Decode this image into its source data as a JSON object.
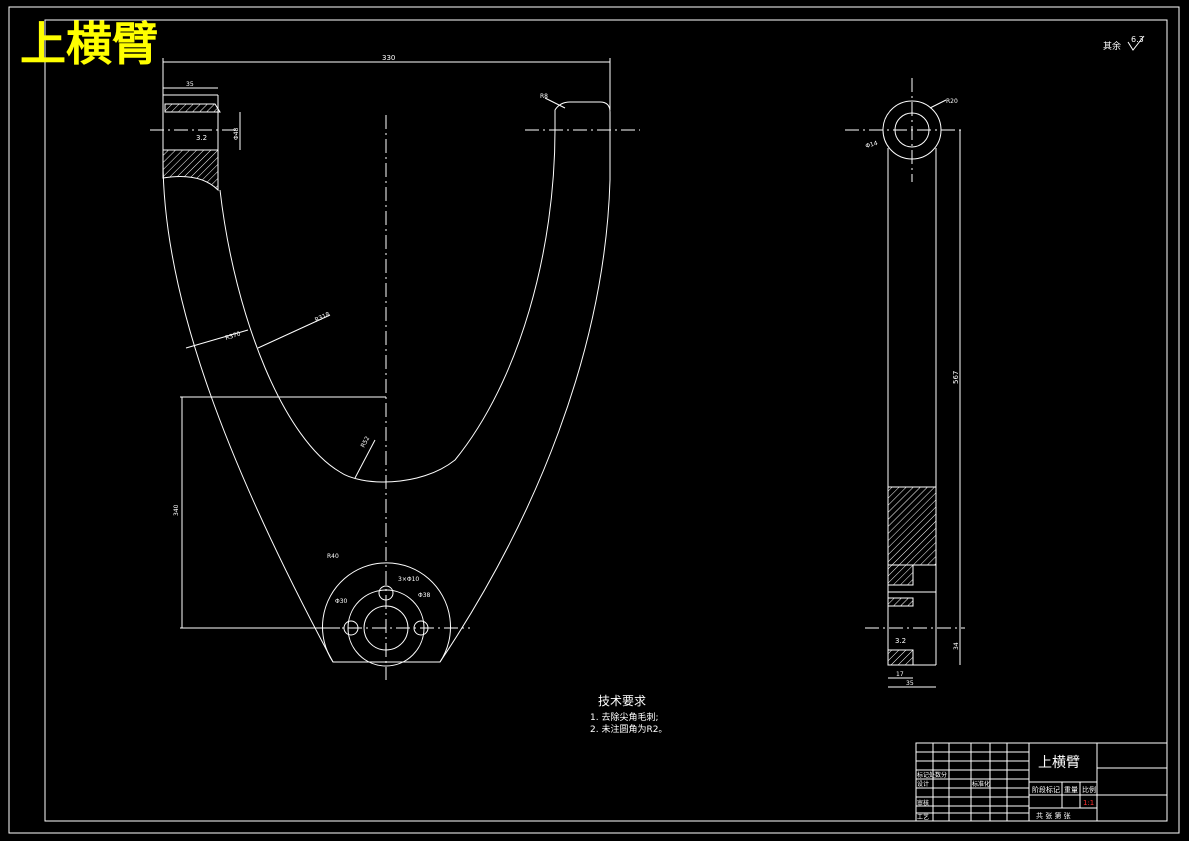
{
  "title": "上横臂",
  "colors": {
    "background": "#000000",
    "line": "#ffffff",
    "title_text": "#ffff00"
  },
  "surface_finish": {
    "label": "其余",
    "value": "6.3"
  },
  "front_view": {
    "dim_overall_width": "330",
    "dim_top_left_width": "35",
    "dim_r_top_right": "R8",
    "dim_radius_outer": "R370",
    "dim_radius_inner": "R318",
    "dim_radius_bottom": "R52",
    "dim_vertical": "340",
    "dim_r_boss": "R40",
    "dim_hole_pattern": "3×Φ10",
    "dim_pcd": "Φ38",
    "dim_boss_dia": "Φ48",
    "dim_small": "Φ30",
    "roughness_left": "3.2"
  },
  "side_view": {
    "dim_top_r": "R20",
    "dim_top_hole": "Φ14",
    "dim_length": "567",
    "dim_bottom_h": "34",
    "dim_width": "35",
    "dim_step": "17",
    "roughness": "3.2"
  },
  "tech_requirements": {
    "heading": "技术要求",
    "items": [
      "1. 去除尖角毛刺;",
      "2. 未注圆角为R2。"
    ]
  },
  "title_block": {
    "part_name": "上横臂",
    "rows_left": [
      "标记处数分",
      "设计",
      "审核",
      "工艺"
    ],
    "label_standard": "标准化",
    "label_stage": "阶段标记",
    "label_weight": "重量",
    "label_scale": "比例",
    "scale_value": "1:1",
    "sheet_info": "共 张 第 张"
  }
}
